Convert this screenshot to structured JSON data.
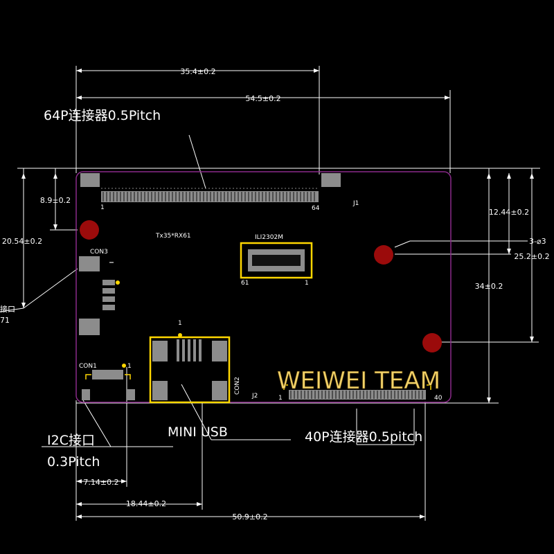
{
  "colors": {
    "background": "#000000",
    "dimension_line": "#ffffff",
    "outline": "#8a2a8a",
    "pad": "#8c8c8c",
    "highlight": "#ffd700",
    "hole": "#9b0b0b",
    "watermark": "#f2d36a"
  },
  "dimensions": {
    "top_width_1": "35.4±0.2",
    "top_width_2": "54.5±0.2",
    "left_1": "8.9±0.2",
    "left_2": "20.54±0.2",
    "left_3_partial": "71",
    "left_port_partial": "接口",
    "right_1": "12.44±0.2",
    "right_2": "3-⌀3",
    "right_3": "25.2±0.2",
    "right_4": "34±0.2",
    "bottom_1": "7.14±0.2",
    "bottom_2": "18.44±0.2",
    "bottom_3": "50.9±0.2"
  },
  "callouts": {
    "connector_64p": "64P连接器0.5Pitch",
    "i2c_line1": "I2C接口",
    "i2c_line2": "0.3Pitch",
    "mini_usb": "MINI USB",
    "connector_40p": "40P连接器0.5pitch"
  },
  "board_labels": {
    "j1_pin1": "1",
    "j1_pin64": "64",
    "j1": "J1",
    "part": "Tx35*RX61",
    "ic": "ILI2302M",
    "ic_pin61": "61",
    "ic_pin1": "1",
    "con3": "CON3",
    "usb_pin1": "1",
    "con1": "CON1",
    "con1_pin1": "1",
    "con2": "CON2",
    "j2": "J2",
    "j2_pin1": "1",
    "j2_pin40": "40"
  },
  "watermark": "WEIWEI TEAM"
}
